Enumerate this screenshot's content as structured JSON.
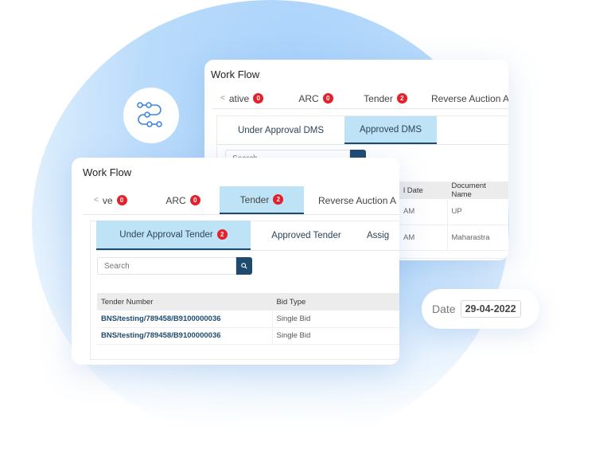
{
  "decor": {
    "workflow_icon": "workflow-icon",
    "blob_color": "#b3d7fb"
  },
  "back_card": {
    "title": "Work Flow",
    "tabs": [
      {
        "label": "ative",
        "badge": "0",
        "has_chevron": true
      },
      {
        "label": "ARC",
        "badge": "0"
      },
      {
        "label": "Tender",
        "badge": "2"
      },
      {
        "label": "Reverse Auction A"
      }
    ],
    "subtabs": [
      {
        "label": "Under Approval DMS",
        "active": false
      },
      {
        "label": "Approved DMS",
        "active": true
      }
    ],
    "table": {
      "columns": [
        "l Date",
        "Document Name"
      ],
      "rows": [
        [
          "AM",
          "UP"
        ],
        [
          "AM",
          "Maharastra"
        ]
      ]
    }
  },
  "front_card": {
    "title": "Work Flow",
    "tabs": [
      {
        "label": "ve",
        "badge": "0",
        "has_chevron": true
      },
      {
        "label": "ARC",
        "badge": "0"
      },
      {
        "label": "Tender",
        "badge": "2",
        "active": true
      },
      {
        "label": "Reverse Auction A"
      }
    ],
    "subtabs": [
      {
        "label": "Under Approval Tender",
        "badge": "2",
        "active": true
      },
      {
        "label": "Approved Tender",
        "active": false
      },
      {
        "label": "Assig",
        "active": false
      }
    ],
    "search": {
      "placeholder": "Search"
    },
    "table": {
      "columns": [
        "Tender Number",
        "Bid Type"
      ],
      "rows": [
        [
          "BNS/testing/789458/B9100000036",
          "Single Bid"
        ],
        [
          "BNS/testing/789458/B9100000036",
          "Single Bid"
        ]
      ]
    }
  },
  "date_widget": {
    "label": "Date",
    "value": "29-04-2022"
  },
  "colors": {
    "accent_navy": "#1d4a6e",
    "active_tab_bg": "#bfe3f6",
    "badge_red": "#e4202a"
  }
}
